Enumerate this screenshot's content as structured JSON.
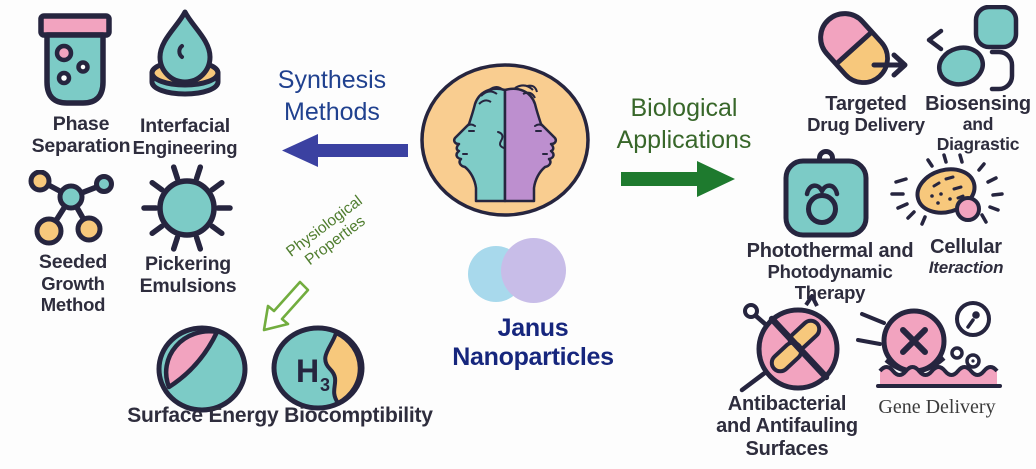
{
  "title": "Janus Nanoparticles",
  "arrows": {
    "synthesis": {
      "line1": "Synthesis",
      "line2": "Methods"
    },
    "biological": {
      "line1": "Biological",
      "line2": "Applications"
    },
    "physiological": {
      "line1": "Physiological",
      "line2": "Properties"
    }
  },
  "synthesis_methods": {
    "phase_separation": {
      "line1": "Phase",
      "line2": "Separation"
    },
    "interfacial_engineering": {
      "line1": "Interfacial",
      "line2": "Engineering"
    },
    "seeded_growth": {
      "line1": "Seeded",
      "line2": "Growth Method"
    },
    "pickering_emulsions": {
      "line1": "Pickering",
      "line2": "Emulsions"
    }
  },
  "physiological_properties": {
    "surface_energy": "Surface Energy",
    "biocompatibility": "Biocomptibility",
    "h_label": "H",
    "h_subscript": "3"
  },
  "biological_applications": {
    "targeted": {
      "line1": "Targeted",
      "line2": "Drug Delivery"
    },
    "biosensing": {
      "line1": "Biosensing",
      "line2": "and Diagrastic"
    },
    "photothermal": {
      "line1": "Photothermal and",
      "line2": "Photodynamic Therapy"
    },
    "cellular": {
      "line1": "Cellular",
      "line2": "Iteraction"
    },
    "antibacterial": {
      "line1": "Antibacterial",
      "line2": "and Antifauling",
      "line3": "Surfaces"
    },
    "gene_delivery": "Gene Delivery"
  },
  "colors": {
    "teal": "#7ccbc6",
    "pink": "#f2a3bf",
    "orange": "#f7c87c",
    "outline": "#26253f",
    "medallion_bg": "#f9cd90",
    "face_teal": "#7fccc7",
    "face_purple": "#bd8fcf",
    "lavender_circle": "#c8bde8",
    "light_blue_circle": "#a8d9ec",
    "navy_text": "#16267d",
    "blue_arrow": "#3b41a1",
    "green_arrow": "#1e7a2e",
    "green_text": "#38672a",
    "physio_green": "#72ad3f"
  }
}
